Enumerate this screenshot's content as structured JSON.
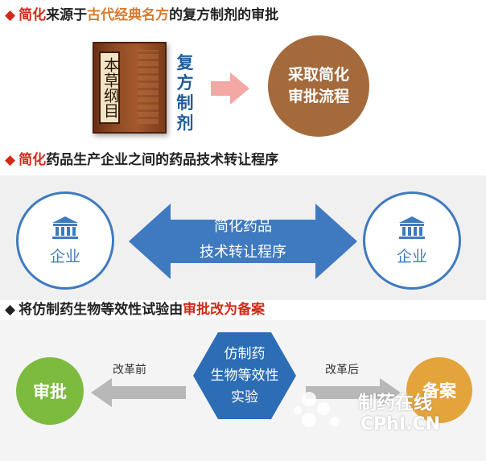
{
  "section1": {
    "heading_prefix": "简化",
    "heading_mid": "来源于",
    "heading_highlight": "古代经典名方",
    "heading_suffix": "的复方制剂的审批",
    "book_title": "本草纲目",
    "vertical_text": "复方制剂",
    "circle_line1": "采取简化",
    "circle_line2": "审批流程"
  },
  "section2": {
    "heading_prefix": "简化",
    "heading_suffix": "药品生产企业之间的药品技术转让程序",
    "left_label": "企业",
    "right_label": "企业",
    "arrow_line1": "简化药品",
    "arrow_line2": "技术转让程序"
  },
  "section3": {
    "heading_prefix": "将仿制药生物等效性试验由",
    "heading_highlight": "审批改为备案",
    "left_circle": "审批",
    "right_circle": "备案",
    "left_arrow_label": "改革前",
    "right_arrow_label": "改革后",
    "hex_line1": "仿制药",
    "hex_line2": "生物等效性",
    "hex_line3": "实验"
  },
  "watermark": {
    "line1": "制药在线",
    "line2": "CPhI.CN"
  },
  "colors": {
    "red": "#d22a1a",
    "orange": "#d8792a",
    "blue": "#3f7ac0",
    "brown_circle": "#a46a3c",
    "green": "#7dbb3f",
    "gold": "#e3a43c",
    "hex": "#2c6db6"
  }
}
